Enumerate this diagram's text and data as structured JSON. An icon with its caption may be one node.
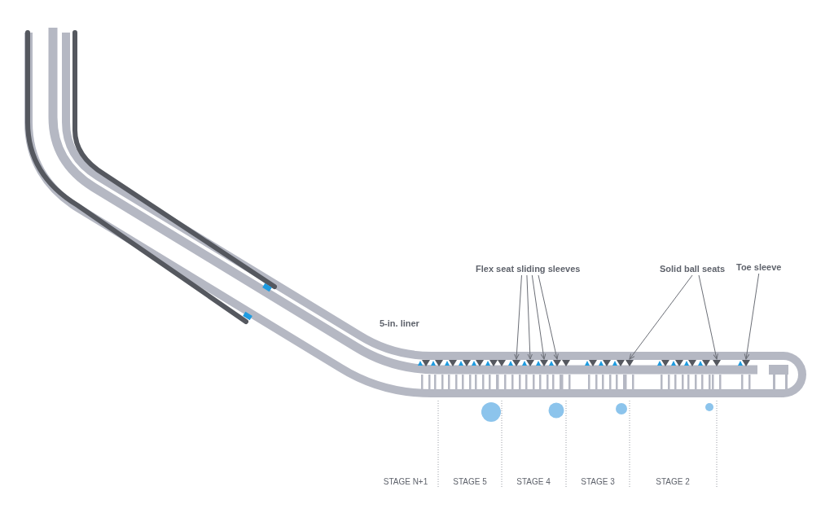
{
  "diagram": {
    "nodes": [
      {
        "text": [
          "Flex seat sliding sleeves"
        ]
      },
      {
        "text": [],
        "shape": "triangle"
      },
      {
        "text": [],
        "shape": "triangle"
      },
      {
        "text": [],
        "shape": "triangle"
      },
      {
        "text": [],
        "shape": "triangle"
      },
      {
        "text": [
          "Solid ball seats"
        ]
      },
      {
        "text": [],
        "shape": "triangle"
      },
      {
        "text": [],
        "shape": "triangle"
      },
      {
        "text": [
          "Toe sleeve"
        ]
      },
      {
        "text": [],
        "shape": "triangle"
      }
    ],
    "edges": [
      {
        "from": 0,
        "to": 1,
        "arrow": "to"
      },
      {
        "from": 0,
        "to": 2,
        "arrow": "to"
      },
      {
        "from": 0,
        "to": 3,
        "arrow": "to"
      },
      {
        "from": 0,
        "to": 4,
        "arrow": "to"
      },
      {
        "from": 5,
        "to": 6,
        "arrow": "to"
      },
      {
        "from": 5,
        "to": 7,
        "arrow": "to"
      },
      {
        "from": 8,
        "to": 9,
        "arrow": "to"
      }
    ],
    "labels": [
      "5-in. liner",
      "STAGE N+1",
      "STAGE 5",
      "STAGE 4",
      "STAGE 3",
      "STAGE 2"
    ]
  }
}
